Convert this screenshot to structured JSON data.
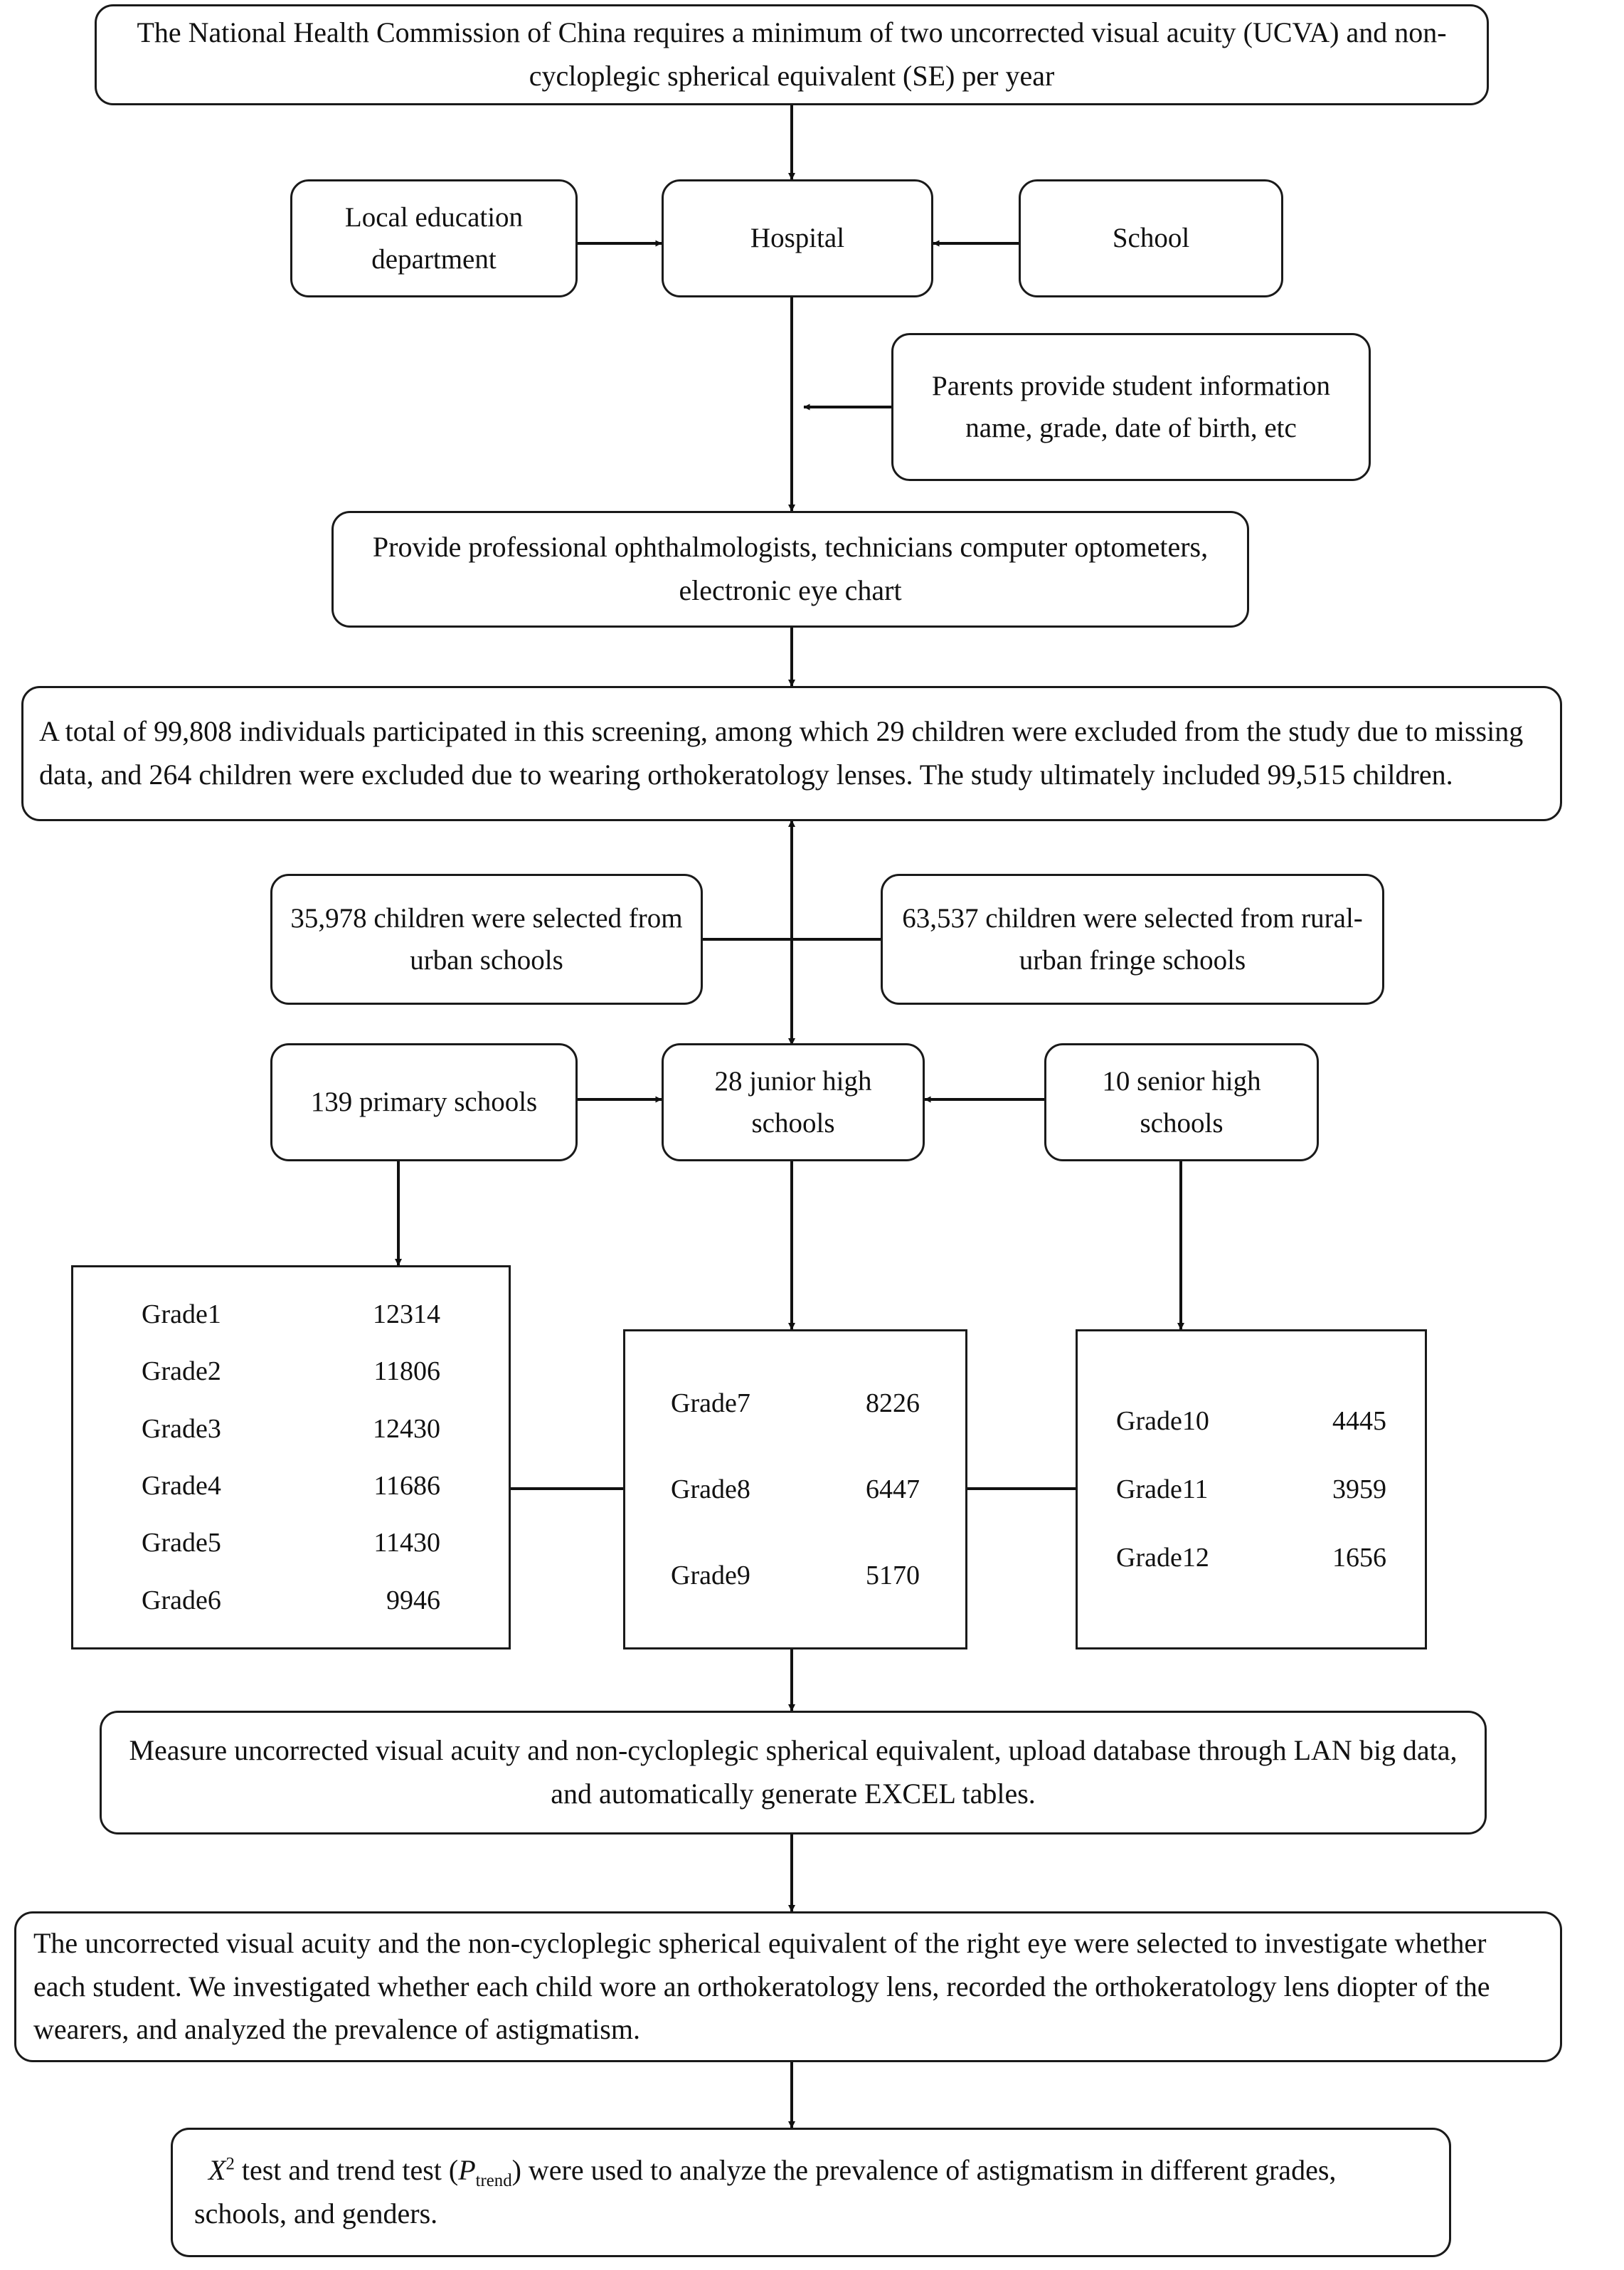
{
  "diagram": {
    "title": "Study flow diagram of school vision screening and astigmatism prevalence analysis",
    "type": "flowchart",
    "accent_color": "#1a1a1a",
    "background_color": "#ffffff"
  },
  "nodes": {
    "policy": "The National Health Commission of China requires a minimum of two uncorrected visual acuity (UCVA) and non-cycloplegic spherical equivalent (SE) per year",
    "local_education_department": "Local education department",
    "hospital": "Hospital",
    "school": "School",
    "parents": "Parents provide student information name, grade, date of birth, etc",
    "provide_professionals": "Provide professional ophthalmologists, technicians computer optometers, electronic eye chart",
    "participants": "A total of 99,808 individuals participated in this screening, among which 29 children were excluded from the study due to missing data, and 264 children were excluded due to wearing orthokeratology lenses. The study ultimately included 99,515 children.",
    "urban_schools": "35,978 children were selected from urban schools",
    "rural_urban_fringe_schools": "63,537 children were selected from rural-urban fringe schools",
    "primary_schools": "139 primary schools",
    "junior_high_schools": "28 junior high schools",
    "senior_high_schools": "10 senior high schools",
    "measure": "Measure uncorrected visual acuity  and non-cycloplegic spherical equivalent, upload database through LAN big data, and automatically generate EXCEL tables.",
    "selection": "The uncorrected visual acuity and the non-cycloplegic spherical equivalent of the right eye were selected to investigate whether each student. We investigated whether each child wore an orthokeratology lens, recorded the orthokeratology lens diopter of the wearers, and analyzed the prevalence of astigmatism.",
    "statistics_prefix": " test and trend test (",
    "statistics_suffix": ") were used to analyze the prevalence of astigmatism in different grades, schools, and genders.",
    "statistics_x": "X",
    "statistics_exponent": "2",
    "statistics_p": "P",
    "statistics_trend": "trend"
  },
  "grade_tables": {
    "primary": {
      "name": "primary-school-grades",
      "rows": [
        {
          "grade": "Grade1",
          "count": "12314"
        },
        {
          "grade": "Grade2",
          "count": "11806"
        },
        {
          "grade": "Grade3",
          "count": "12430"
        },
        {
          "grade": "Grade4",
          "count": "11686"
        },
        {
          "grade": "Grade5",
          "count": "11430"
        },
        {
          "grade": "Grade6",
          "count": "9946"
        }
      ]
    },
    "junior": {
      "name": "junior-high-school-grades",
      "rows": [
        {
          "grade": "Grade7",
          "count": "8226"
        },
        {
          "grade": "Grade8",
          "count": "6447"
        },
        {
          "grade": "Grade9",
          "count": "5170"
        }
      ]
    },
    "senior": {
      "name": "senior-high-school-grades",
      "rows": [
        {
          "grade": "Grade10",
          "count": "4445"
        },
        {
          "grade": "Grade11",
          "count": "3959"
        },
        {
          "grade": "Grade12",
          "count": "1656"
        }
      ]
    }
  }
}
